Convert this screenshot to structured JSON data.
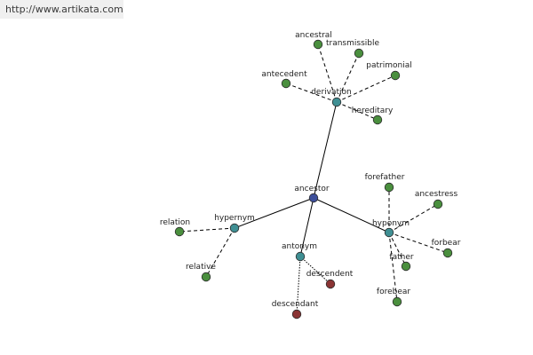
{
  "watermark": "http://www.artikata.com",
  "colors": {
    "root": "#3d4f9a",
    "relation": "#3f8f93",
    "synonym": "#4a8f3e",
    "antonym_word": "#8a3434"
  },
  "nodes": {
    "ancestor": {
      "label": "ancestor",
      "kind": "root"
    },
    "derivation": {
      "label": "derivation",
      "kind": "relation"
    },
    "hypernym": {
      "label": "hypernym",
      "kind": "relation"
    },
    "hyponym": {
      "label": "hyponym",
      "kind": "relation"
    },
    "antonym": {
      "label": "antonym",
      "kind": "relation"
    },
    "ancestral": {
      "label": "ancestral",
      "kind": "synonym"
    },
    "transmissible": {
      "label": "transmissible",
      "kind": "synonym"
    },
    "patrimonial": {
      "label": "patrimonial",
      "kind": "synonym"
    },
    "antecedent": {
      "label": "antecedent",
      "kind": "synonym"
    },
    "hereditary": {
      "label": "hereditary",
      "kind": "synonym"
    },
    "relation": {
      "label": "relation",
      "kind": "synonym"
    },
    "relative": {
      "label": "relative",
      "kind": "synonym"
    },
    "forefather": {
      "label": "forefather",
      "kind": "synonym"
    },
    "ancestress": {
      "label": "ancestress",
      "kind": "synonym"
    },
    "forbear": {
      "label": "forbear",
      "kind": "synonym"
    },
    "father": {
      "label": "father",
      "kind": "synonym"
    },
    "forebear": {
      "label": "forebear",
      "kind": "synonym"
    },
    "descendent": {
      "label": "descendent",
      "kind": "antonym_word"
    },
    "descendant": {
      "label": "descendant",
      "kind": "antonym_word"
    }
  },
  "edges": [
    {
      "from": "ancestor",
      "to": "derivation",
      "style": "solid"
    },
    {
      "from": "ancestor",
      "to": "hypernym",
      "style": "solid"
    },
    {
      "from": "ancestor",
      "to": "hyponym",
      "style": "solid"
    },
    {
      "from": "ancestor",
      "to": "antonym",
      "style": "solid"
    },
    {
      "from": "derivation",
      "to": "ancestral",
      "style": "dashed"
    },
    {
      "from": "derivation",
      "to": "transmissible",
      "style": "dashed"
    },
    {
      "from": "derivation",
      "to": "patrimonial",
      "style": "dashed"
    },
    {
      "from": "derivation",
      "to": "antecedent",
      "style": "dashed"
    },
    {
      "from": "derivation",
      "to": "hereditary",
      "style": "dashed"
    },
    {
      "from": "hypernym",
      "to": "relation",
      "style": "dashed"
    },
    {
      "from": "hypernym",
      "to": "relative",
      "style": "dashed"
    },
    {
      "from": "hyponym",
      "to": "forefather",
      "style": "dashed"
    },
    {
      "from": "hyponym",
      "to": "ancestress",
      "style": "dashed"
    },
    {
      "from": "hyponym",
      "to": "forbear",
      "style": "dashed"
    },
    {
      "from": "hyponym",
      "to": "father",
      "style": "dashed"
    },
    {
      "from": "hyponym",
      "to": "forebear",
      "style": "dashed"
    },
    {
      "from": "antonym",
      "to": "descendent",
      "style": "dotted"
    },
    {
      "from": "antonym",
      "to": "descendant",
      "style": "dotted"
    }
  ]
}
